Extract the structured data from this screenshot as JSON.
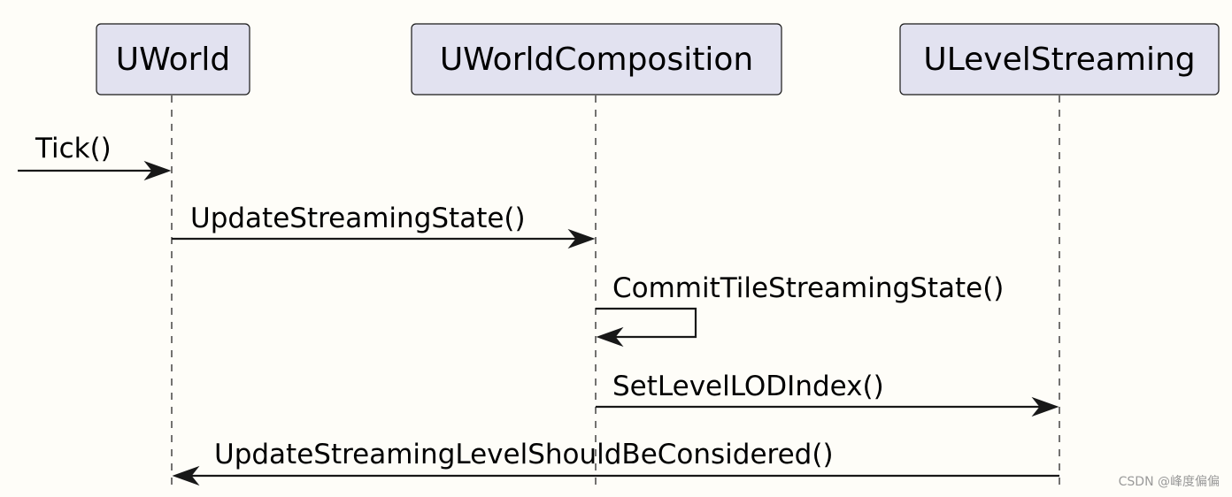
{
  "participants": [
    {
      "id": "uworld",
      "label": "UWorld"
    },
    {
      "id": "uworldcomposition",
      "label": "UWorldComposition"
    },
    {
      "id": "ulevelstreaming",
      "label": "ULevelStreaming"
    }
  ],
  "messages": [
    {
      "id": "tick",
      "label": "Tick()",
      "from": null,
      "to": "uworld"
    },
    {
      "id": "update-streaming-state",
      "label": "UpdateStreamingState()",
      "from": "uworld",
      "to": "uworldcomposition"
    },
    {
      "id": "commit-tile-streaming-state",
      "label": "CommitTileStreamingState()",
      "from": "uworldcomposition",
      "to": "uworldcomposition"
    },
    {
      "id": "set-level-lod-index",
      "label": "SetLevelLODIndex()",
      "from": "uworldcomposition",
      "to": "ulevelstreaming"
    },
    {
      "id": "update-streaming-level-should-be-considered",
      "label": "UpdateStreamingLevelShouldBeConsidered()",
      "from": "ulevelstreaming",
      "to": "uworld"
    }
  ],
  "watermark": "CSDN @峰度偏偏"
}
